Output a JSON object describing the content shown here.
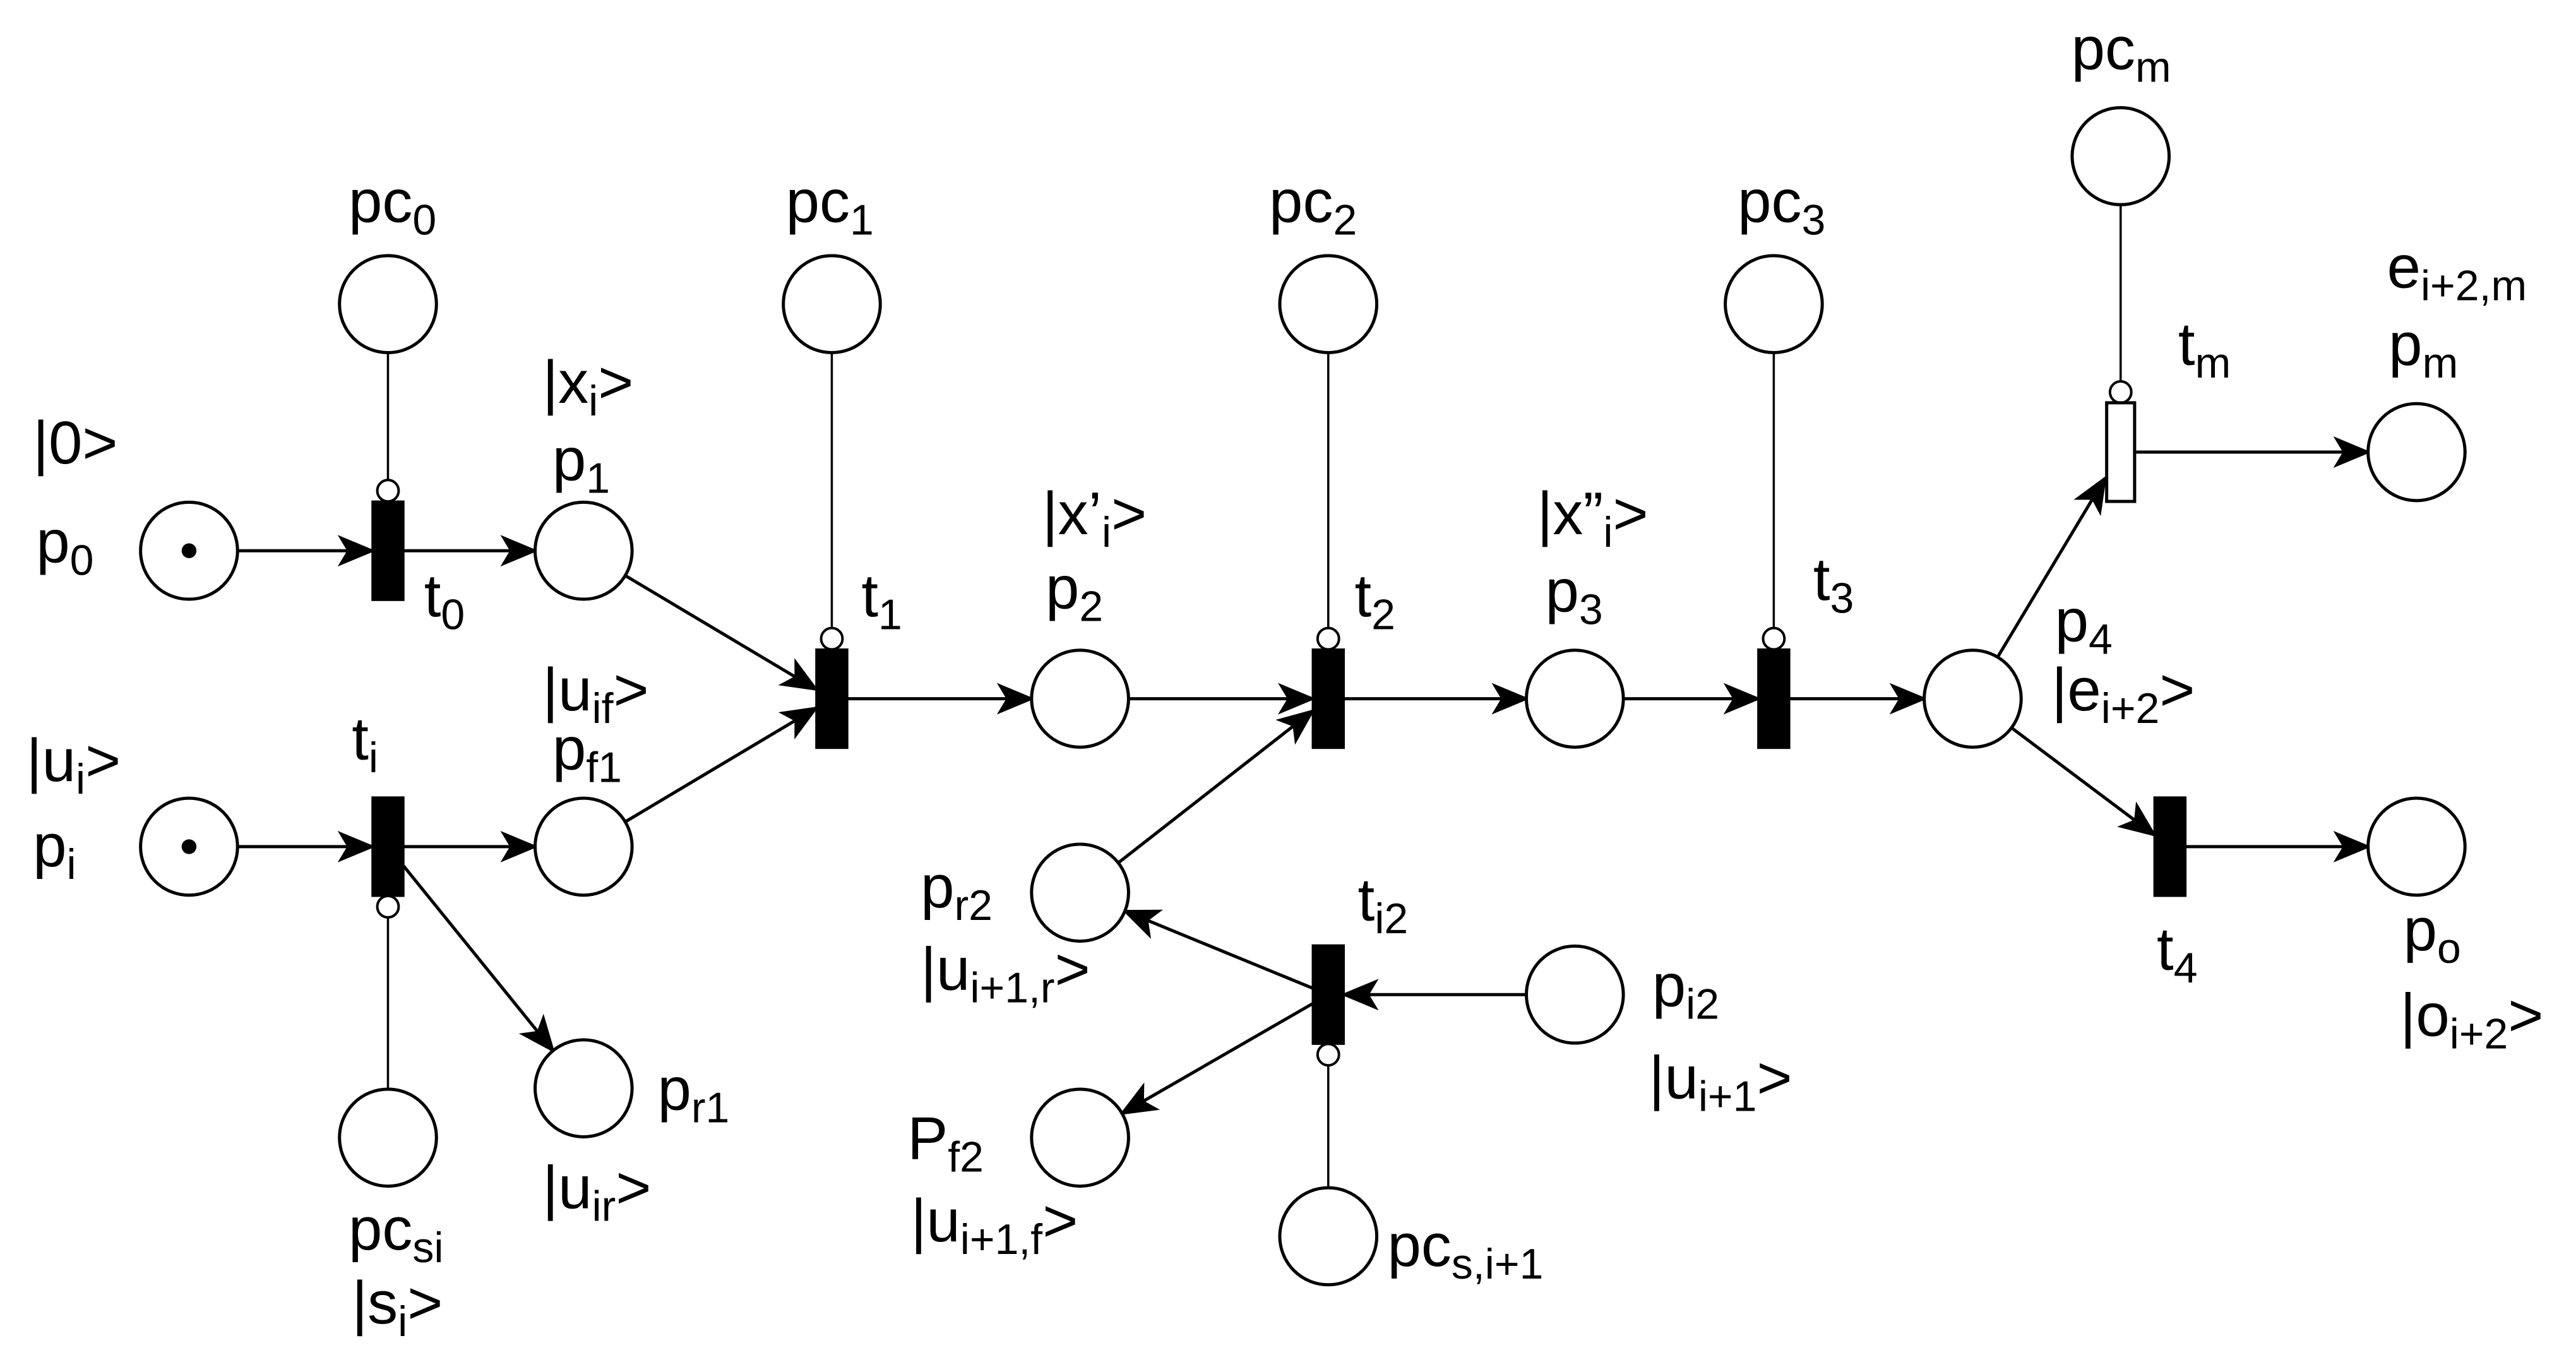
{
  "places": [
    {
      "id": "p0",
      "token": true,
      "labels": [
        {
          "main": "|0",
          "sub": "",
          "tail": ">"
        },
        {
          "main": "p",
          "sub": "0",
          "tail": ""
        }
      ]
    },
    {
      "id": "pi",
      "token": true,
      "labels": [
        {
          "main": "|u",
          "sub": "i",
          "tail": ">"
        },
        {
          "main": "p",
          "sub": "i",
          "tail": ""
        }
      ]
    },
    {
      "id": "pc0",
      "token": false,
      "labels": [
        {
          "main": "pc",
          "sub": "0",
          "tail": ""
        }
      ]
    },
    {
      "id": "pcsi",
      "token": false,
      "labels": [
        {
          "main": "pc",
          "sub": "si",
          "tail": ""
        },
        {
          "main": "|s",
          "sub": "i",
          "tail": ">"
        }
      ]
    },
    {
      "id": "p1",
      "token": false,
      "labels": [
        {
          "main": "|x",
          "sub": "i",
          "tail": ">"
        },
        {
          "main": "p",
          "sub": "1",
          "tail": ""
        }
      ]
    },
    {
      "id": "pf1",
      "token": false,
      "labels": [
        {
          "main": "|u",
          "sub": "if",
          "tail": ">"
        },
        {
          "main": "p",
          "sub": "f1",
          "tail": ""
        }
      ]
    },
    {
      "id": "pr1",
      "token": false,
      "labels": [
        {
          "main": "p",
          "sub": "r1",
          "tail": ""
        },
        {
          "main": "|u",
          "sub": "ir",
          "tail": ">"
        }
      ]
    },
    {
      "id": "pc1",
      "token": false,
      "labels": [
        {
          "main": "pc",
          "sub": "1",
          "tail": ""
        }
      ]
    },
    {
      "id": "p2",
      "token": false,
      "labels": [
        {
          "main": "|x’",
          "sub": "i",
          "tail": ">"
        },
        {
          "main": "p",
          "sub": "2",
          "tail": ""
        }
      ]
    },
    {
      "id": "pc2",
      "token": false,
      "labels": [
        {
          "main": "pc",
          "sub": "2",
          "tail": ""
        }
      ]
    },
    {
      "id": "pr2",
      "token": false,
      "labels": [
        {
          "main": "p",
          "sub": "r2",
          "tail": ""
        },
        {
          "main": "|u",
          "sub": "i+1,r",
          "tail": ">"
        }
      ]
    },
    {
      "id": "pf2",
      "token": false,
      "labels": [
        {
          "main": "P",
          "sub": "f2",
          "tail": ""
        },
        {
          "main": "|u",
          "sub": "i+1,f",
          "tail": ">"
        }
      ]
    },
    {
      "id": "pi2",
      "token": false,
      "labels": [
        {
          "main": "p",
          "sub": "i2",
          "tail": ""
        },
        {
          "main": "|u",
          "sub": "i+1",
          "tail": ">"
        }
      ]
    },
    {
      "id": "pcsi1",
      "token": false,
      "labels": [
        {
          "main": "pc",
          "sub": "s,i+1",
          "tail": ""
        }
      ]
    },
    {
      "id": "p3",
      "token": false,
      "labels": [
        {
          "main": "|x”",
          "sub": "i",
          "tail": ">"
        },
        {
          "main": "p",
          "sub": "3",
          "tail": ""
        }
      ]
    },
    {
      "id": "pc3",
      "token": false,
      "labels": [
        {
          "main": "pc",
          "sub": "3",
          "tail": ""
        }
      ]
    },
    {
      "id": "p4",
      "token": false,
      "labels": [
        {
          "main": "p",
          "sub": "4",
          "tail": ""
        },
        {
          "main": "|e",
          "sub": "i+2",
          "tail": ">"
        }
      ]
    },
    {
      "id": "pcm",
      "token": false,
      "labels": [
        {
          "main": "pc",
          "sub": "m",
          "tail": ""
        }
      ]
    },
    {
      "id": "pm",
      "token": false,
      "labels": [
        {
          "main": "e",
          "sub": "i+2,m",
          "tail": ""
        },
        {
          "main": "p",
          "sub": "m",
          "tail": ""
        }
      ]
    },
    {
      "id": "po",
      "token": false,
      "labels": [
        {
          "main": "p",
          "sub": "o",
          "tail": ""
        },
        {
          "main": "|o",
          "sub": "i+2",
          "tail": ">"
        }
      ]
    }
  ],
  "transitions": [
    {
      "id": "t0",
      "style": "black",
      "label": {
        "main": "t",
        "sub": "0",
        "tail": ""
      }
    },
    {
      "id": "ti",
      "style": "black",
      "label": {
        "main": "t",
        "sub": "i",
        "tail": ""
      }
    },
    {
      "id": "t1",
      "style": "black",
      "label": {
        "main": "t",
        "sub": "1",
        "tail": ""
      }
    },
    {
      "id": "t2",
      "style": "black",
      "label": {
        "main": "t",
        "sub": "2",
        "tail": ""
      }
    },
    {
      "id": "ti2",
      "style": "black",
      "label": {
        "main": "t",
        "sub": "i2",
        "tail": ""
      }
    },
    {
      "id": "t3",
      "style": "black",
      "label": {
        "main": "t",
        "sub": "3",
        "tail": ""
      }
    },
    {
      "id": "tm",
      "style": "white",
      "label": {
        "main": "t",
        "sub": "m",
        "tail": ""
      }
    },
    {
      "id": "t4",
      "style": "black",
      "label": {
        "main": "t",
        "sub": "4",
        "tail": ""
      }
    }
  ],
  "arcs": [
    {
      "from": "p0",
      "to": "t0",
      "kind": "arrow"
    },
    {
      "from": "t0",
      "to": "p1",
      "kind": "arrow"
    },
    {
      "from": "pc0",
      "to": "t0",
      "kind": "inhibitor"
    },
    {
      "from": "pi",
      "to": "ti",
      "kind": "arrow"
    },
    {
      "from": "ti",
      "to": "pf1",
      "kind": "arrow"
    },
    {
      "from": "ti",
      "to": "pr1",
      "kind": "arrow"
    },
    {
      "from": "pcsi",
      "to": "ti",
      "kind": "inhibitor"
    },
    {
      "from": "p1",
      "to": "t1",
      "kind": "arrow"
    },
    {
      "from": "pf1",
      "to": "t1",
      "kind": "arrow"
    },
    {
      "from": "pc1",
      "to": "t1",
      "kind": "inhibitor"
    },
    {
      "from": "t1",
      "to": "p2",
      "kind": "arrow"
    },
    {
      "from": "p2",
      "to": "t2",
      "kind": "arrow"
    },
    {
      "from": "pr2",
      "to": "t2",
      "kind": "arrow"
    },
    {
      "from": "pc2",
      "to": "t2",
      "kind": "inhibitor"
    },
    {
      "from": "t2",
      "to": "p3",
      "kind": "arrow"
    },
    {
      "from": "pi2",
      "to": "ti2",
      "kind": "arrow"
    },
    {
      "from": "ti2",
      "to": "pr2",
      "kind": "arrow"
    },
    {
      "from": "ti2",
      "to": "pf2",
      "kind": "arrow"
    },
    {
      "from": "pcsi1",
      "to": "ti2",
      "kind": "inhibitor"
    },
    {
      "from": "p3",
      "to": "t3",
      "kind": "arrow"
    },
    {
      "from": "pc3",
      "to": "t3",
      "kind": "inhibitor"
    },
    {
      "from": "t3",
      "to": "p4",
      "kind": "arrow"
    },
    {
      "from": "p4",
      "to": "tm",
      "kind": "arrow"
    },
    {
      "from": "pcm",
      "to": "tm",
      "kind": "inhibitor"
    },
    {
      "from": "tm",
      "to": "pm",
      "kind": "arrow"
    },
    {
      "from": "p4",
      "to": "t4",
      "kind": "arrow"
    },
    {
      "from": "t4",
      "to": "po",
      "kind": "arrow"
    }
  ]
}
